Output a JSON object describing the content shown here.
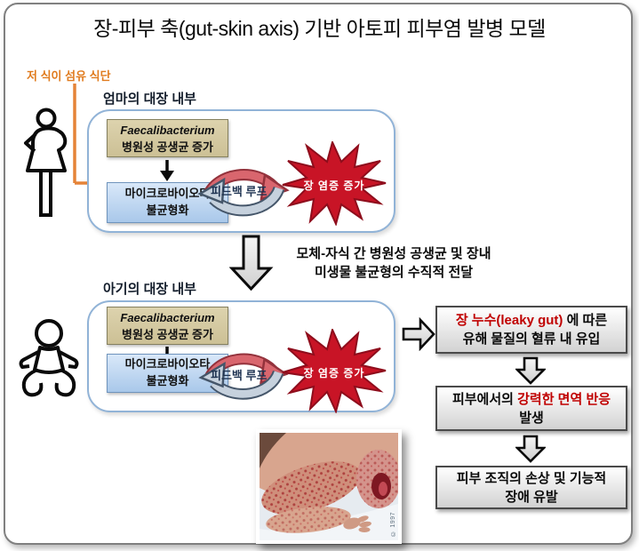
{
  "title": "장-피부 축(gut-skin axis) 기반 아토피 피부염 발병 모델",
  "diet_label": "저 식이 섬유 식단",
  "mother": {
    "label": "엄마의 대장 내부",
    "bacteria_line1": "Faecalibacterium",
    "bacteria_line2": "병원성 공생균 증가",
    "microbiota_line1": "마이크로바이오타",
    "microbiota_line2": "불균형화",
    "feedback": "피드백 루프",
    "burst": "장 염증 증가"
  },
  "baby": {
    "label": "아기의 대장 내부",
    "bacteria_line1": "Faecalibacterium",
    "bacteria_line2": "병원성 공생균 증가",
    "microbiota_line1": "마이크로바이오타",
    "microbiota_line2": "불균형화",
    "feedback": "피드백 루프",
    "burst": "장 염증 증가"
  },
  "transmission": {
    "line1": "모체-자식 간 병원성 공생균 및 장내",
    "line2": "미생물 불균형의 수직적 전달"
  },
  "flow": {
    "box1": {
      "highlight": "장 누수(leaky gut)",
      "rest": " 에 따른",
      "line2": "유해 물질의 혈류 내 유입"
    },
    "box2": {
      "prefix": "피부에서의 ",
      "highlight": "강력한 면역 반응",
      "line2": "발생"
    },
    "box3": {
      "line1": "피부 조직의 손상 및 기능적",
      "line2": "장애 유발"
    }
  },
  "photo": {
    "credit": "© 1997"
  },
  "colors": {
    "accent_orange": "#e07b1e",
    "burst_red": "#c81426",
    "alert_red": "#c00000",
    "panel_border_blue": "#91b3d7",
    "loop_red": "#d9666e",
    "loop_gray": "#c6d1dd"
  }
}
